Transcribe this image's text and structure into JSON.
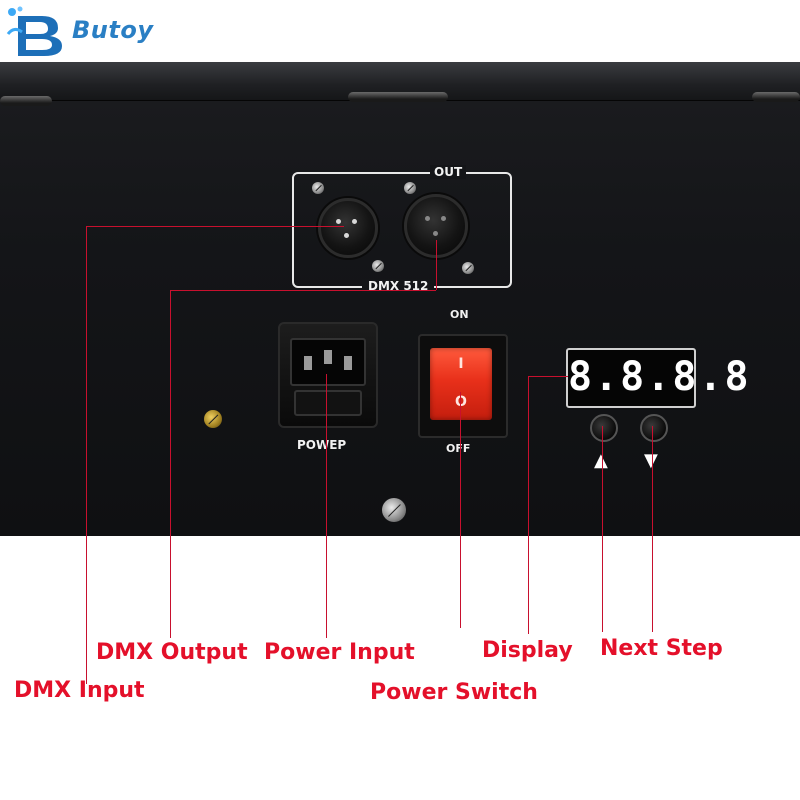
{
  "brand": {
    "logo_name": "Butoy",
    "logo_letter": "B"
  },
  "panel": {
    "out_label": "OUT",
    "dmx_label": "DMX 512",
    "on_label": "ON",
    "off_label": "OFF",
    "power_label": "POWEP",
    "switch_on_symbol": "I",
    "switch_off_symbol": "O",
    "display_readout": "8.8.8.8",
    "up_arrow": "▲",
    "down_arrow": "▼"
  },
  "callouts": {
    "dmx_output": "DMX Output",
    "dmx_input": "DMX Input",
    "power_input": "Power Input",
    "power_switch": "Power Switch",
    "display": "Display",
    "next_step": "Next Step"
  },
  "colors": {
    "callout_red": "#e4102a",
    "rocker_red": "#e8301a",
    "logo_blue": "#2a7fc4",
    "device_black": "#141518"
  }
}
